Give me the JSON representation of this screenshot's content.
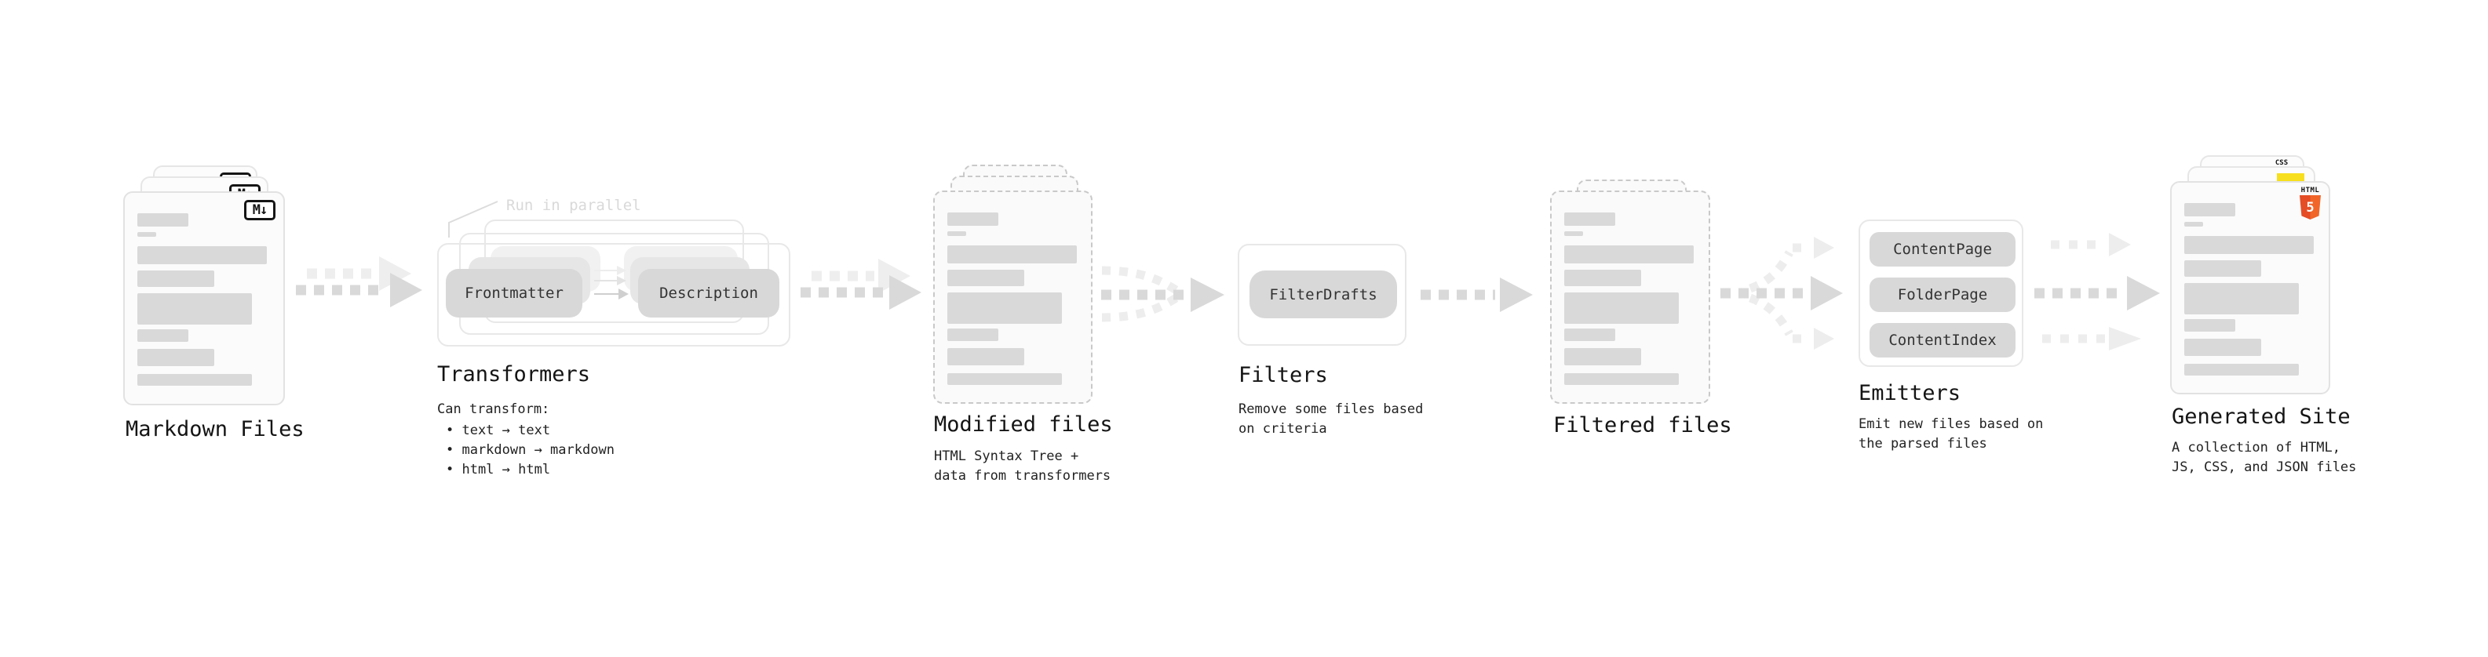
{
  "diagram": {
    "name": "static site generator pipeline",
    "background": "#ffffff"
  },
  "stages": [
    {
      "id": "markdown-files",
      "title": "Markdown Files",
      "badge": "M↓"
    },
    {
      "id": "transformers",
      "title": "Transformers",
      "note": "Run in parallel",
      "pills": [
        "Frontmatter",
        "Description"
      ],
      "caption": "Can transform:",
      "bullets": [
        "• text → text",
        "• markdown → markdown",
        "• html → html"
      ]
    },
    {
      "id": "modified-files",
      "title": "Modified files",
      "caption_lines": [
        "HTML Syntax Tree +",
        "data from transformers"
      ]
    },
    {
      "id": "filters",
      "title": "Filters",
      "pills": [
        "FilterDrafts"
      ],
      "caption_lines": [
        "Remove some files based",
        "on criteria"
      ]
    },
    {
      "id": "filtered-files",
      "title": "Filtered files"
    },
    {
      "id": "emitters",
      "title": "Emitters",
      "pills": [
        "ContentPage",
        "FolderPage",
        "ContentIndex"
      ],
      "caption_lines": [
        "Emit new files based on",
        "the parsed files"
      ]
    },
    {
      "id": "generated-site",
      "title": "Generated Site",
      "caption_lines": [
        "A collection of HTML,",
        "JS, CSS, and JSON files"
      ],
      "file_type_badges": {
        "css_label": "CSS",
        "html_label": "HTML",
        "html_number": "5"
      }
    }
  ],
  "colors": {
    "arrow_gray": "#d9d9d9",
    "arrow_light": "#ededed",
    "pill_gray": "#d8d8d8",
    "skeleton_gray": "#d9d9d9",
    "note_gray": "#d9d9d9",
    "html5_orange": "#e44d26",
    "html5_orange_light": "#f16529",
    "js_yellow": "#f7df1e",
    "css_blue": "#2965f1"
  }
}
